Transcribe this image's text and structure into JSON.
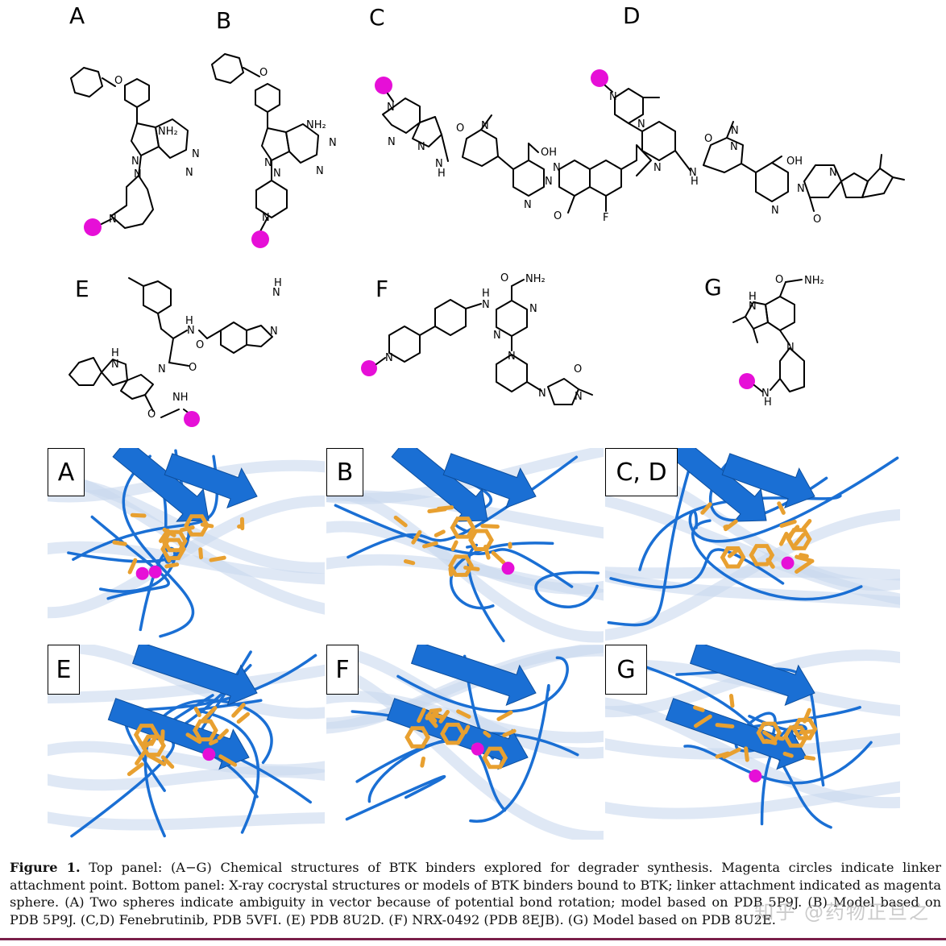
{
  "top_panel": {
    "A": {
      "letter": "A",
      "atoms": [
        "O",
        "NH₂",
        "N",
        "N",
        "N",
        "N",
        "N"
      ]
    },
    "B": {
      "letter": "B",
      "atoms": [
        "O",
        "NH₂",
        "N",
        "N",
        "N",
        "N",
        "N"
      ]
    },
    "C": {
      "letter": "C",
      "atoms": [
        "N",
        "N",
        "N",
        "O",
        "N",
        "N",
        "H",
        "OH",
        "N",
        "N",
        "N",
        "O",
        "F"
      ]
    },
    "D": {
      "letter": "D",
      "atoms": [
        "N",
        "N",
        "N",
        "N",
        "N",
        "O",
        "N",
        "H",
        "OH",
        "N",
        "N",
        "N",
        "O"
      ]
    },
    "E": {
      "letter": "E",
      "atoms": [
        "H",
        "N",
        "N",
        "H",
        "N",
        "O",
        "O",
        "N",
        "NH",
        "N",
        "H",
        "O"
      ]
    },
    "F": {
      "letter": "F",
      "atoms": [
        "N",
        "H",
        "O",
        "NH₂",
        "N",
        "N",
        "N",
        "N",
        "N",
        "O",
        "N"
      ]
    },
    "G": {
      "letter": "G",
      "atoms": [
        "H",
        "N",
        "O",
        "NH₂",
        "N",
        "N",
        "H"
      ]
    }
  },
  "bottom_panel": {
    "render_A": "A",
    "render_B": "B",
    "render_CD": "C, D",
    "render_E": "E",
    "render_F": "F",
    "render_G": "G"
  },
  "caption": {
    "label": "Figure 1.",
    "text": " Top panel: (A−G) Chemical structures of BTK binders explored for degrader synthesis. Magenta circles indicate linker attachment point. Bottom panel: X-ray cocrystal structures or models of BTK binders bound to BTK; linker attachment indicated as magenta sphere. (A) Two spheres indicate ambiguity in vector because of potential bond rotation; model based on PDB 5P9J. (B) Model based on PDB 5P9J. (C,D) Fenebrutinib, PDB 5VFI. (E) PDB 8U2D. (F) NRX-0492 (PDB 8EJB). (G) Model based on PDB 8U2E."
  },
  "watermark": "知乎 @药物正旦之",
  "colors": {
    "magenta": "#e60fd7",
    "ribbon": "#1a6fd4",
    "ligand": "#e8a030",
    "rule": "#7a1f4a"
  }
}
